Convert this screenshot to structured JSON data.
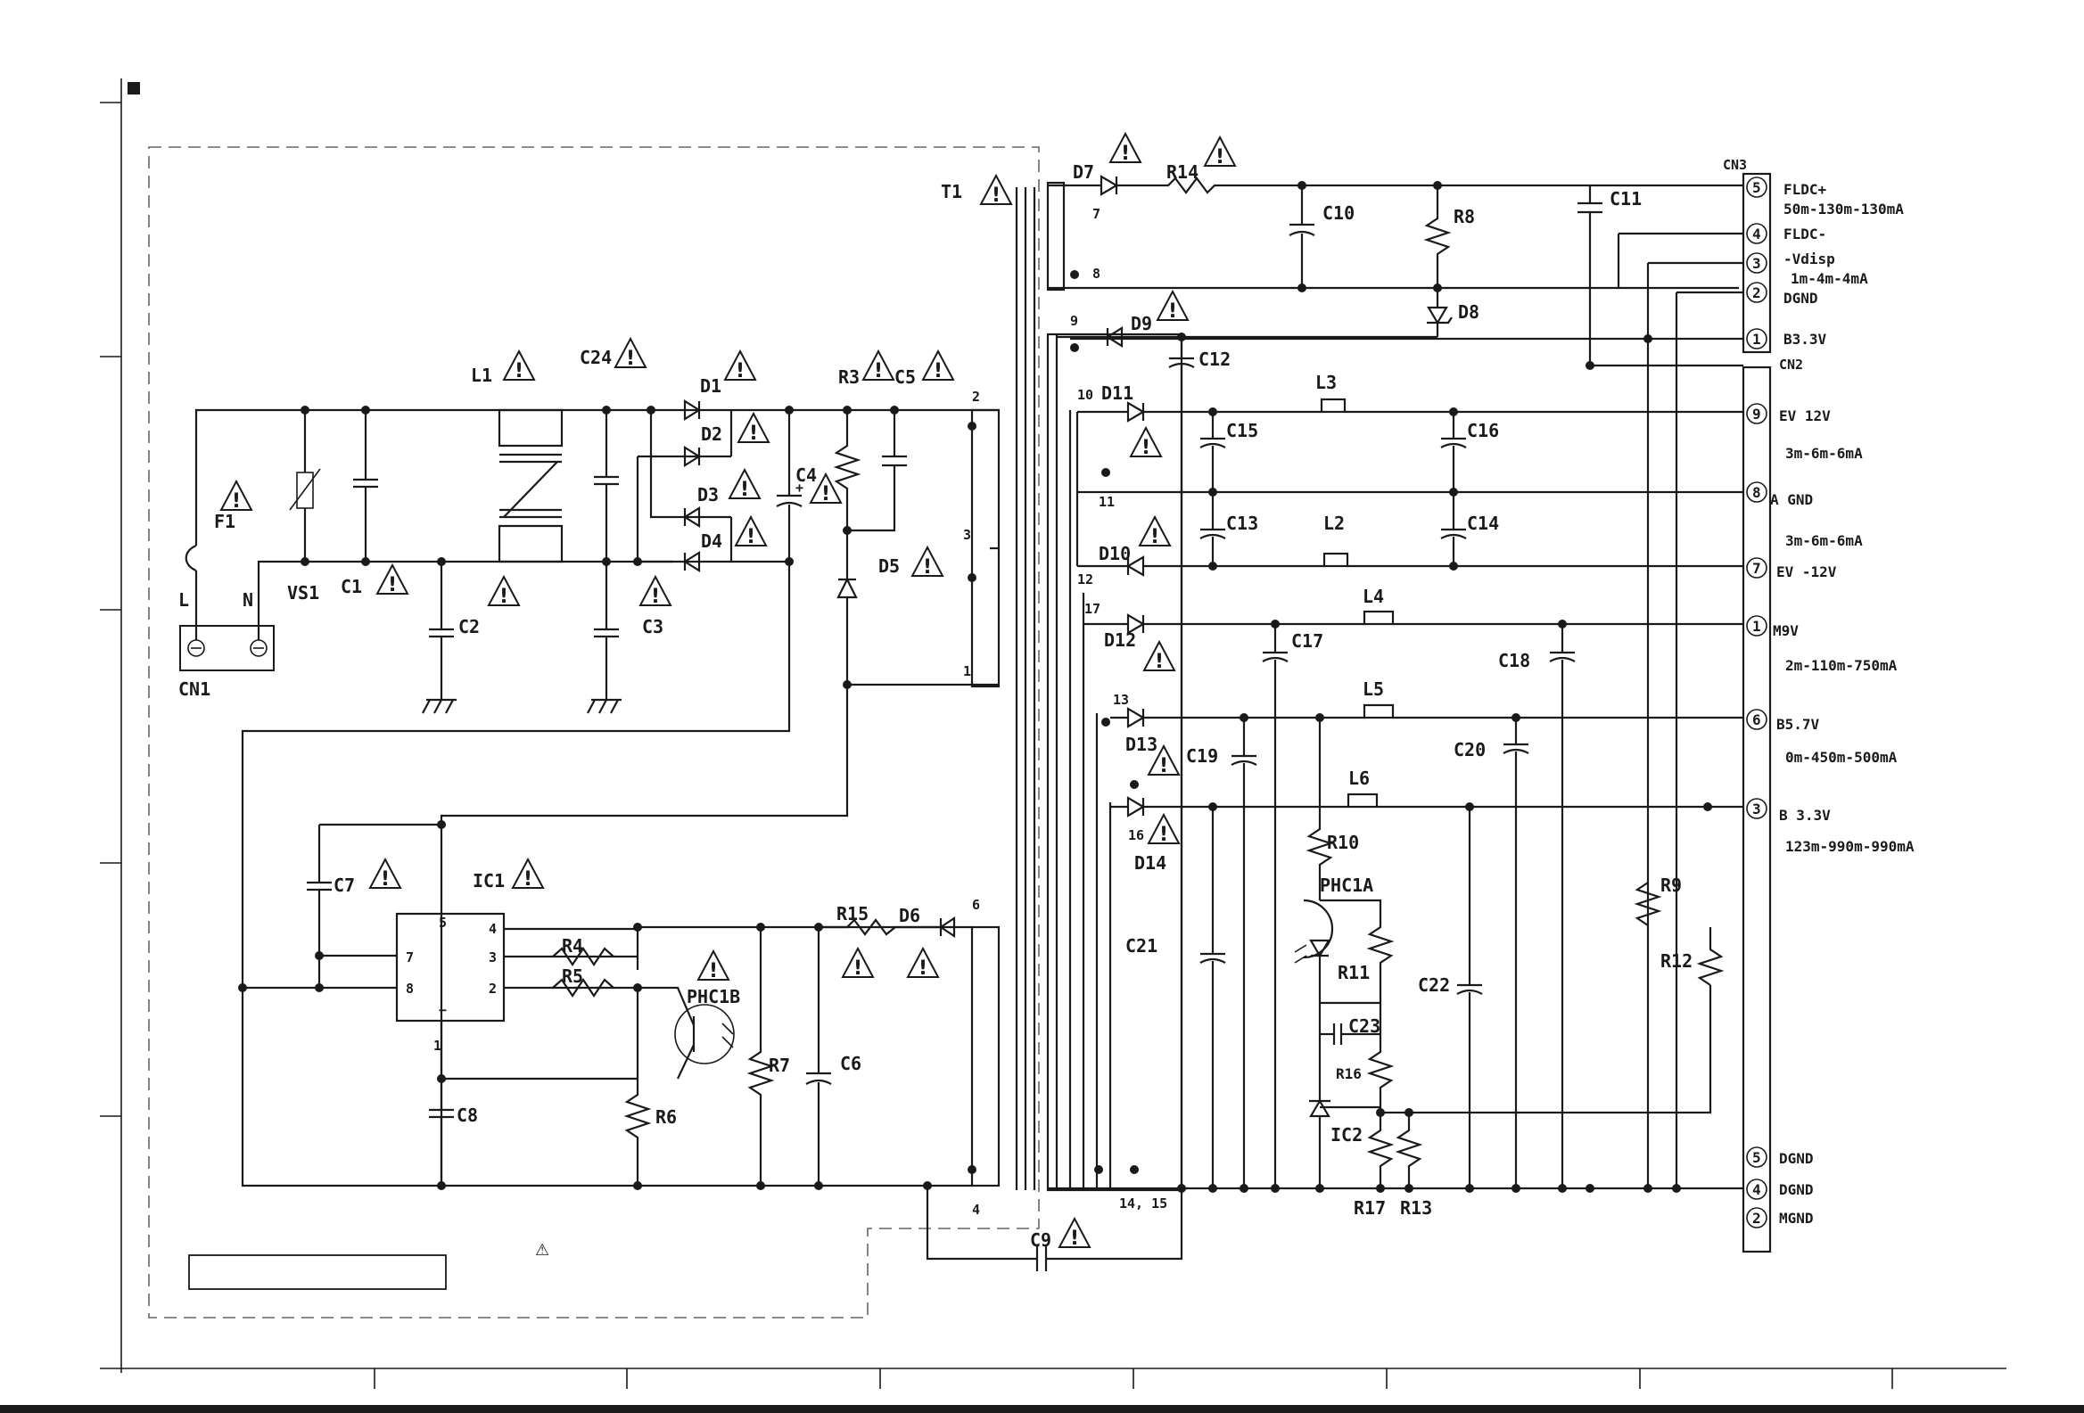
{
  "components": {
    "transformer": "T1",
    "fuse": "F1",
    "varistor": "VS1",
    "inductors": [
      "L1",
      "L2",
      "L3",
      "L4",
      "L5",
      "L6"
    ],
    "capacitors": [
      "C1",
      "C2",
      "C3",
      "C4",
      "C5",
      "C6",
      "C7",
      "C8",
      "C9",
      "C10",
      "C11",
      "C12",
      "C13",
      "C14",
      "C15",
      "C16",
      "C17",
      "C18",
      "C19",
      "C20",
      "C21",
      "C22",
      "C23",
      "C24"
    ],
    "diodes": [
      "D1",
      "D2",
      "D3",
      "D4",
      "D5",
      "D6",
      "D7",
      "D8",
      "D9",
      "D10",
      "D11",
      "D12",
      "D13",
      "D14"
    ],
    "resistors": [
      "R3",
      "R4",
      "R5",
      "R6",
      "R7",
      "R8",
      "R9",
      "R10",
      "R11",
      "R12",
      "R13",
      "R14",
      "R15",
      "R16",
      "R17"
    ],
    "ics": [
      "IC1",
      "IC2"
    ],
    "photocouplers": [
      "PHC1A",
      "PHC1B"
    ],
    "connectors": [
      "CN1",
      "CN2",
      "CN3"
    ]
  },
  "cn1_pins": [
    "L",
    "N"
  ],
  "ic1_pins": [
    "5",
    "4",
    "3",
    "2",
    "7",
    "8",
    "1",
    "−"
  ],
  "transformer_pins": [
    "2",
    "3",
    "1",
    "6",
    "4",
    "7",
    "8",
    "9",
    "10",
    "11",
    "12",
    "17",
    "13",
    "16",
    "14, 15"
  ],
  "cn3": {
    "label": "CN3",
    "pins": [
      {
        "num": "5",
        "name": "FLDC+",
        "spec": "50m-130m-130mA"
      },
      {
        "num": "4",
        "name": "FLDC-",
        "spec": ""
      },
      {
        "num": "3",
        "name": "-Vdisp",
        "spec": "1m-4m-4mA"
      },
      {
        "num": "2",
        "name": "DGND",
        "spec": ""
      },
      {
        "num": "1",
        "name": "B3.3V",
        "spec": ""
      }
    ]
  },
  "cn2": {
    "label": "CN2",
    "pins": [
      {
        "num": "9",
        "name": "EV 12V",
        "spec": "3m-6m-6mA"
      },
      {
        "num": "8",
        "name": "A GND",
        "spec": "3m-6m-6mA"
      },
      {
        "num": "7",
        "name": "EV -12V",
        "spec": ""
      },
      {
        "num": "1",
        "name": "M9V",
        "spec": "2m-110m-750mA"
      },
      {
        "num": "6",
        "name": "B5.7V",
        "spec": "0m-450m-500mA"
      },
      {
        "num": "3",
        "name": "B 3.3V",
        "spec": "123m-990m-990mA"
      },
      {
        "num": "5",
        "name": "DGND",
        "spec": ""
      },
      {
        "num": "4",
        "name": "DGND",
        "spec": ""
      },
      {
        "num": "2",
        "name": "MGND",
        "spec": ""
      }
    ]
  },
  "warning_symbol": "!",
  "note_symbol": "⚠"
}
